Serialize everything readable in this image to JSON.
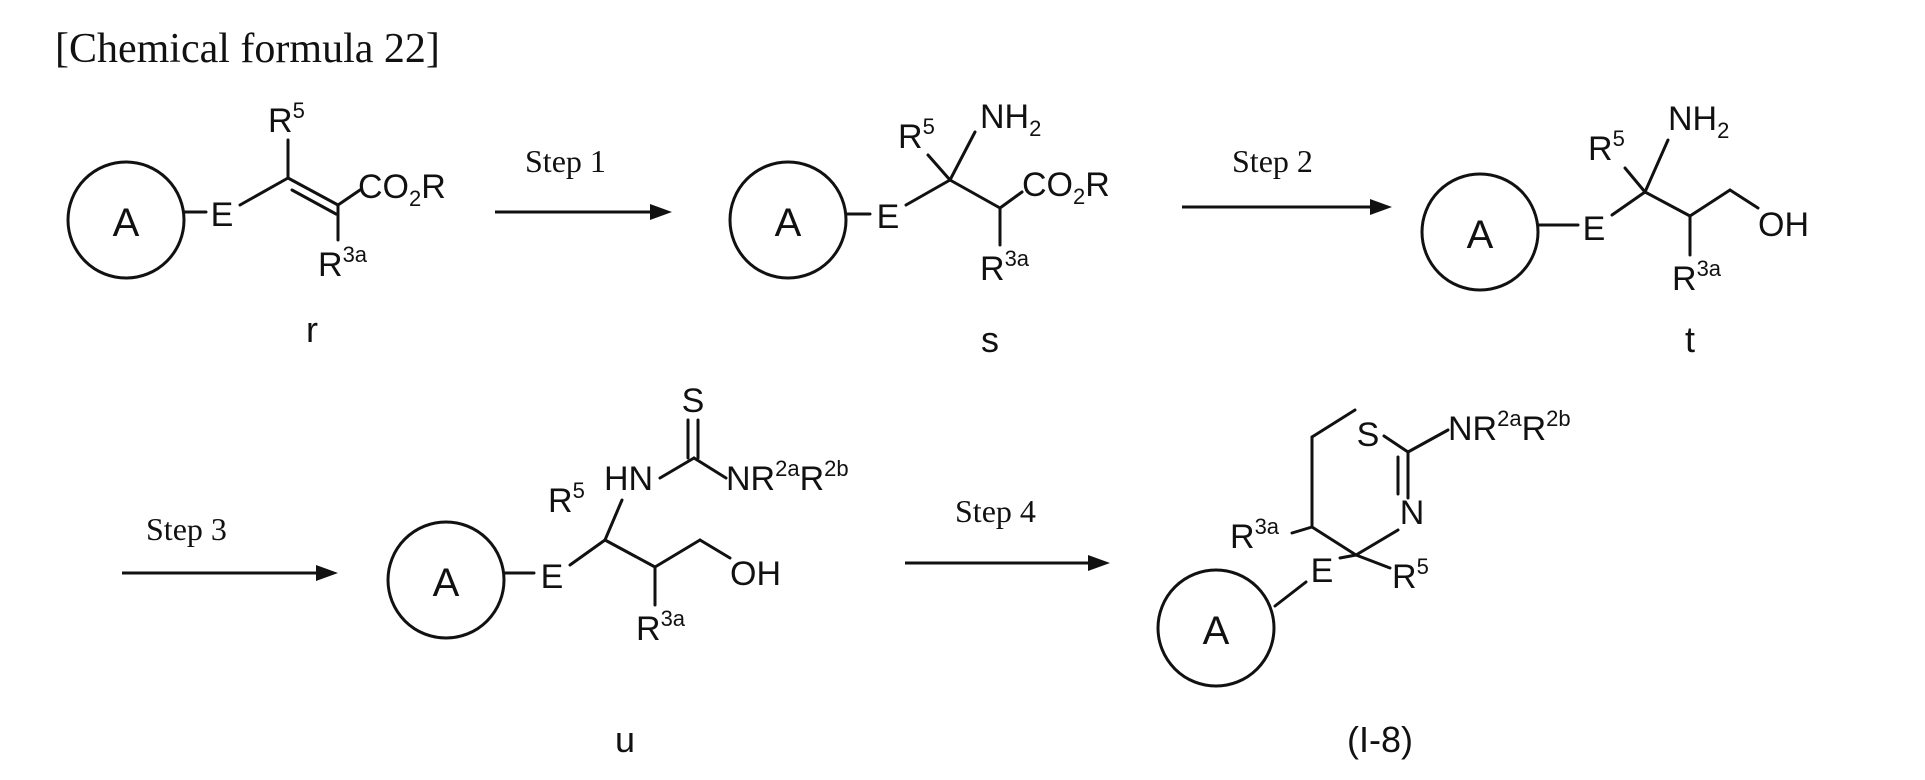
{
  "heading": "[Chemical formula 22]",
  "atoms": {
    "ring": "A",
    "E": "E",
    "R": "R",
    "R5": "5",
    "R3a": "3a",
    "R2a": "2a",
    "R2b": "2b",
    "CO2R_C": "CO",
    "CO2R_sub": "2",
    "NH2_N": "NH",
    "NH2_sub": "2",
    "OH": "OH",
    "S": "S",
    "HN": "HN",
    "N": "N",
    "NR": "NR"
  },
  "steps": {
    "step1": "Step 1",
    "step2": "Step 2",
    "step3": "Step 3",
    "step4": "Step 4"
  },
  "compounds": {
    "r": "r",
    "s": "s",
    "t": "t",
    "u": "u",
    "i8": "(I-8)"
  }
}
